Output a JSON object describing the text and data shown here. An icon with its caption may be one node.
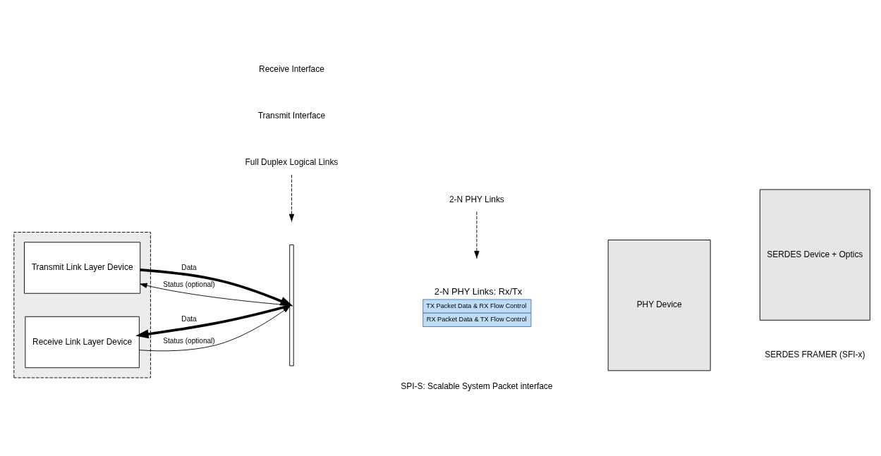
{
  "diagram": {
    "nodes": [
      {
        "text": [],
        "shape": "box"
      },
      {
        "text": [
          "Transmit Link Layer Device"
        ],
        "in": 0
      },
      {
        "text": [
          "Receive Link Layer Device"
        ],
        "in": 0
      },
      {
        "text": [],
        "shape": "bracket"
      },
      {
        "text": [
          "2-N PHY Links: Rx/Tx",
          "TX Packet Data & RX Flow Control",
          "RX Packet Data & TX Flow Control"
        ]
      },
      {
        "text": [
          "PHY Device"
        ]
      },
      {
        "text": [
          "SERDES Device + Optics"
        ]
      },
      {
        "text": [
          "Full Duplex Logical Links"
        ]
      },
      {
        "text": [
          "2-N PHY Links"
        ]
      }
    ],
    "edges": [
      {
        "from": 1,
        "to": 3,
        "arrow": "to",
        "label": "Data",
        "style": "thick"
      },
      {
        "from": 3,
        "to": 1,
        "arrow": "to",
        "label": "Status (optional)"
      },
      {
        "from": 3,
        "to": 2,
        "arrow": "to",
        "label": "Data",
        "style": "thick"
      },
      {
        "from": 2,
        "to": 3,
        "arrow": "to",
        "label": "Status (optional)"
      },
      {
        "from": 7,
        "to": null,
        "arrow": "to",
        "style": "dashed"
      },
      {
        "from": 8,
        "to": null,
        "arrow": "to",
        "style": "dashed"
      }
    ],
    "labels": [
      "SPI-S: Scalable System Packet interface",
      "SERDES FRAMER (SFI-x)",
      "Transmit Interface",
      "Receive Interface"
    ]
  }
}
